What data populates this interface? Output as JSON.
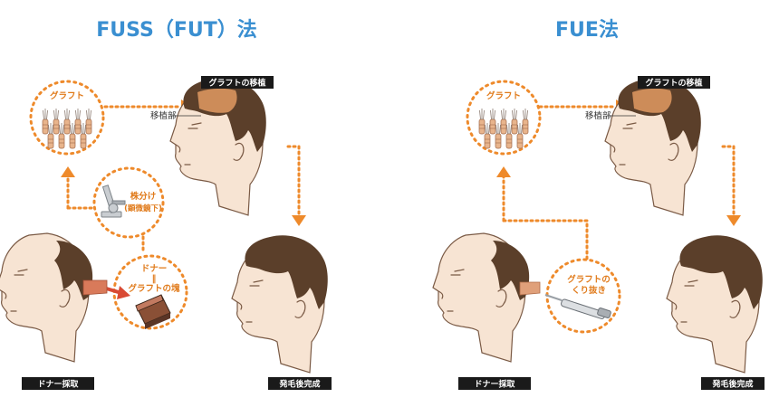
{
  "titles": {
    "left": "FUSS（FUT）法",
    "right": "FUE法"
  },
  "labels": {
    "graft_transplant": "グラフトの移植",
    "transplant_site": "移植部",
    "donor_harvest": "ドナー採取",
    "hair_complete": "発毛後完成",
    "graft": "グラフト",
    "split_line1": "株分け",
    "split_line2": "(顕微鏡下)",
    "donor_line1": "ドナー",
    "donor_line2": "‖",
    "donor_line3": "グラフトの塊",
    "punch_line1": "グラフトの",
    "punch_line2": "くり抜き"
  },
  "colors": {
    "title_blue": "#3a8fd1",
    "accent_orange": "#ee8a2b",
    "hair_brown": "#5b3f2a",
    "skin": "#f7e4d3",
    "tag_black": "#1a1a1a"
  },
  "icons": {
    "microscope": "microscope-icon",
    "scalp_strip": "scalp-strip-icon",
    "punch_tool": "punch-tool-icon",
    "grafts": "graft-bundle-icon"
  }
}
